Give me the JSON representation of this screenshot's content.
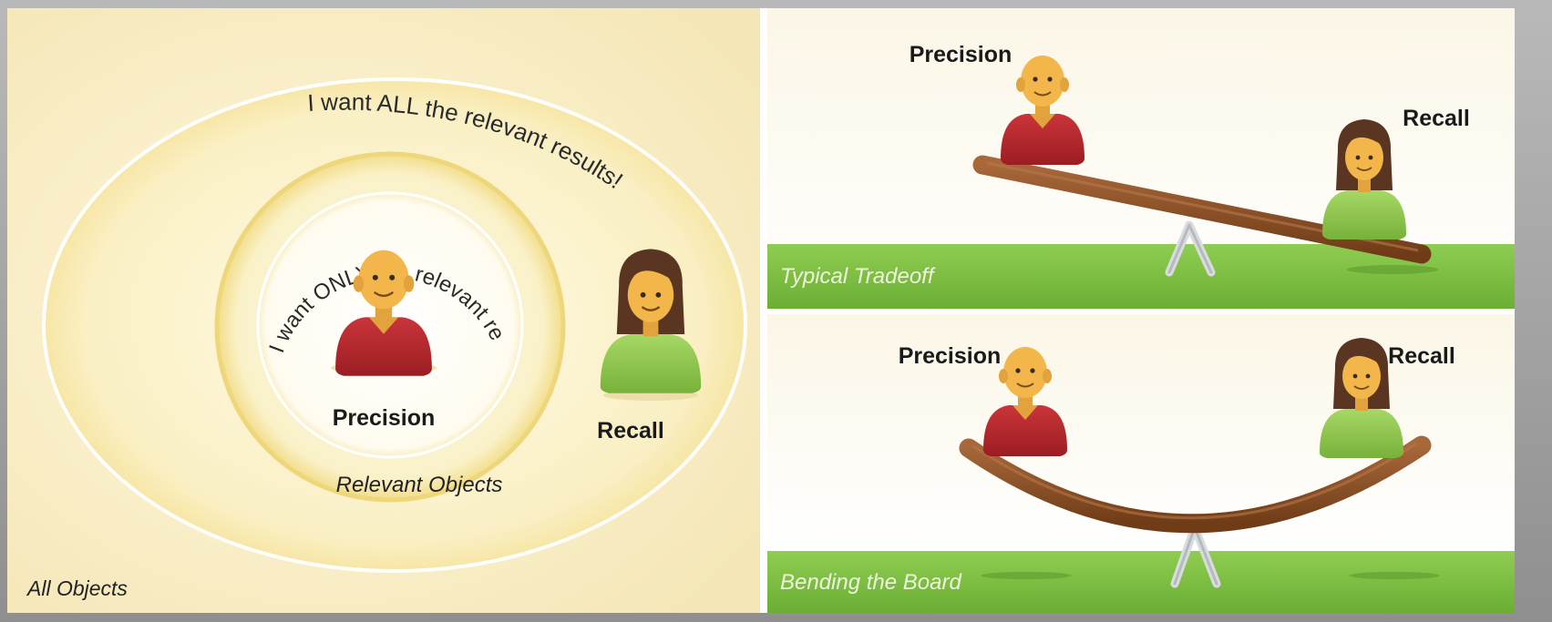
{
  "venn": {
    "outer_label": "All Objects",
    "inner_label": "Relevant Objects",
    "outer_arc_text": "I want ALL the relevant results!",
    "inner_arc_text": "I want ONLY the relevant results!",
    "precision_label": "Precision",
    "recall_label": "Recall"
  },
  "seesaw_top": {
    "caption": "Typical Tradeoff",
    "precision_label": "Precision",
    "recall_label": "Recall"
  },
  "seesaw_bottom": {
    "caption": "Bending the Board",
    "precision_label": "Precision",
    "recall_label": "Recall"
  },
  "colors": {
    "shirt_red": "#b5262a",
    "shirt_green": "#8cc84b",
    "skin": "#f2b64a",
    "hair": "#5a3622",
    "board": "#8a4f22",
    "grass": "#7cc043",
    "cream": "#fbf3d2"
  }
}
